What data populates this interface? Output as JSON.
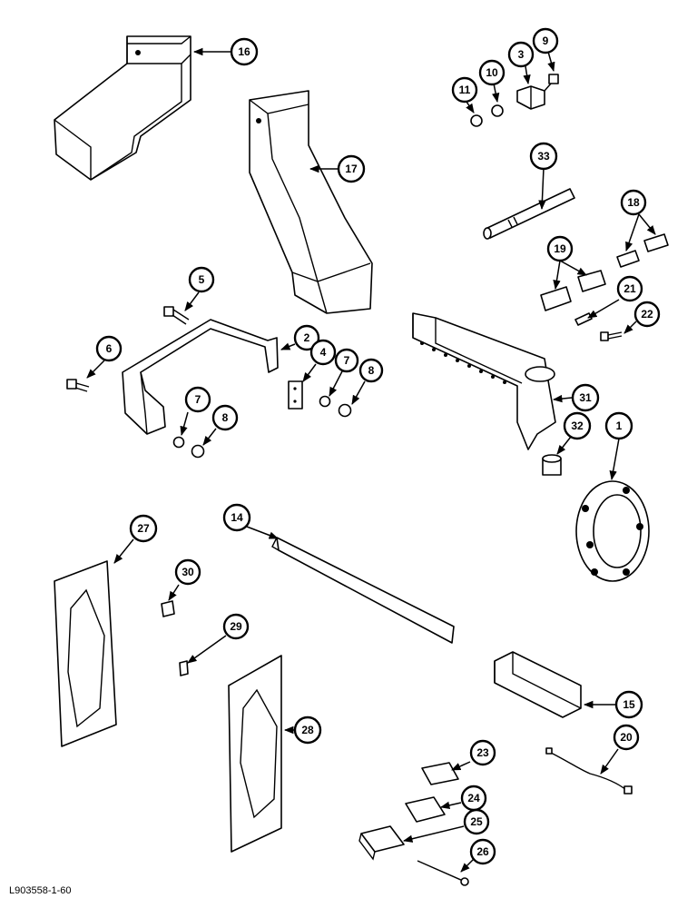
{
  "reference_code": "L903558-1-60",
  "callouts": [
    {
      "id": "16",
      "label": "16"
    },
    {
      "id": "17",
      "label": "17"
    },
    {
      "id": "3",
      "label": "3"
    },
    {
      "id": "9",
      "label": "9"
    },
    {
      "id": "10",
      "label": "10"
    },
    {
      "id": "11",
      "label": "11"
    },
    {
      "id": "33",
      "label": "33"
    },
    {
      "id": "18",
      "label": "18"
    },
    {
      "id": "19",
      "label": "19"
    },
    {
      "id": "21",
      "label": "21"
    },
    {
      "id": "22",
      "label": "22"
    },
    {
      "id": "5",
      "label": "5"
    },
    {
      "id": "6",
      "label": "6"
    },
    {
      "id": "2",
      "label": "2"
    },
    {
      "id": "4",
      "label": "4"
    },
    {
      "id": "7a",
      "label": "7"
    },
    {
      "id": "8a",
      "label": "8"
    },
    {
      "id": "7b",
      "label": "7"
    },
    {
      "id": "8b",
      "label": "8"
    },
    {
      "id": "31",
      "label": "31"
    },
    {
      "id": "32",
      "label": "32"
    },
    {
      "id": "1",
      "label": "1"
    },
    {
      "id": "27",
      "label": "27"
    },
    {
      "id": "14",
      "label": "14"
    },
    {
      "id": "30",
      "label": "30"
    },
    {
      "id": "29",
      "label": "29"
    },
    {
      "id": "28",
      "label": "28"
    },
    {
      "id": "15",
      "label": "15"
    },
    {
      "id": "20",
      "label": "20"
    },
    {
      "id": "23",
      "label": "23"
    },
    {
      "id": "24",
      "label": "24"
    },
    {
      "id": "25",
      "label": "25"
    },
    {
      "id": "26",
      "label": "26"
    }
  ]
}
